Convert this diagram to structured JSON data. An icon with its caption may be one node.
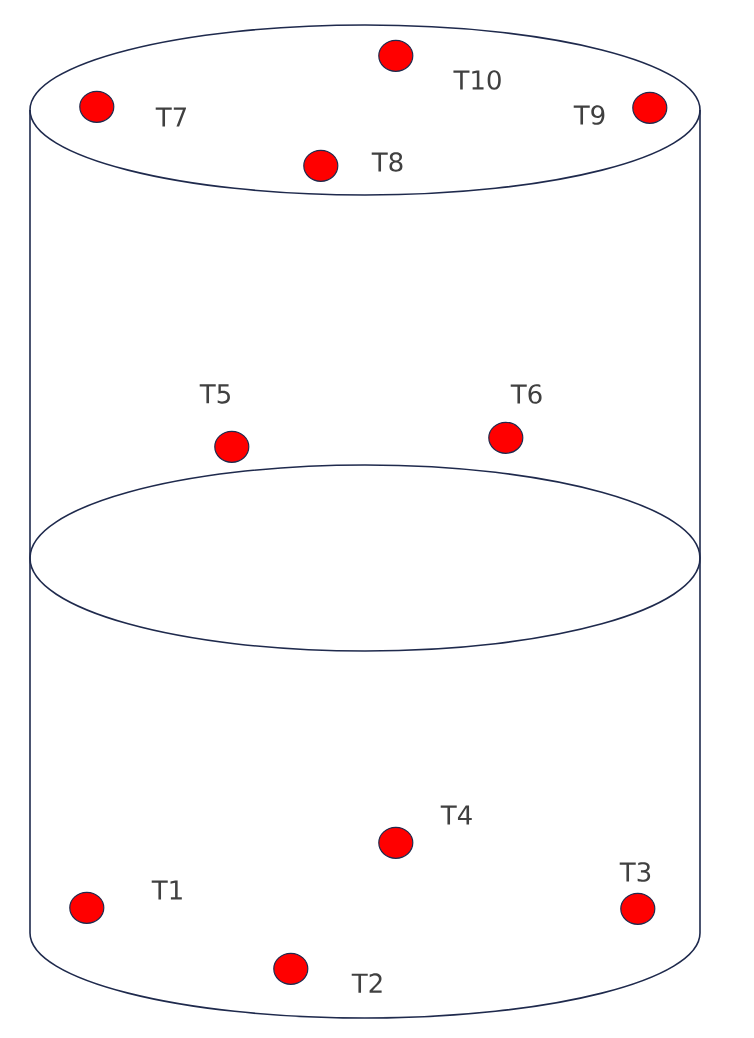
{
  "diagram": {
    "nodes": [
      {
        "text": [],
        "shape": "cylinder"
      },
      {
        "text": [],
        "shape": "circle",
        "beside": [
          "T7"
        ],
        "in": 0
      },
      {
        "text": [],
        "shape": "circle",
        "beside": [
          "T10"
        ],
        "in": 0
      },
      {
        "text": [],
        "shape": "circle",
        "beside": [
          "T9"
        ],
        "in": 0
      },
      {
        "text": [],
        "shape": "circle",
        "beside": [
          "T8"
        ],
        "in": 0
      },
      {
        "text": [],
        "shape": "circle",
        "beside": [
          "T5"
        ],
        "in": 0
      },
      {
        "text": [],
        "shape": "circle",
        "beside": [
          "T6"
        ],
        "in": 0
      },
      {
        "text": [],
        "shape": "circle",
        "beside": [
          "T4"
        ],
        "in": 0
      },
      {
        "text": [],
        "shape": "circle",
        "beside": [
          "T1"
        ],
        "in": 0
      },
      {
        "text": [],
        "shape": "circle",
        "beside": [
          "T3"
        ],
        "in": 0
      },
      {
        "text": [],
        "shape": "circle",
        "beside": [
          "T2"
        ],
        "in": 0
      }
    ]
  }
}
